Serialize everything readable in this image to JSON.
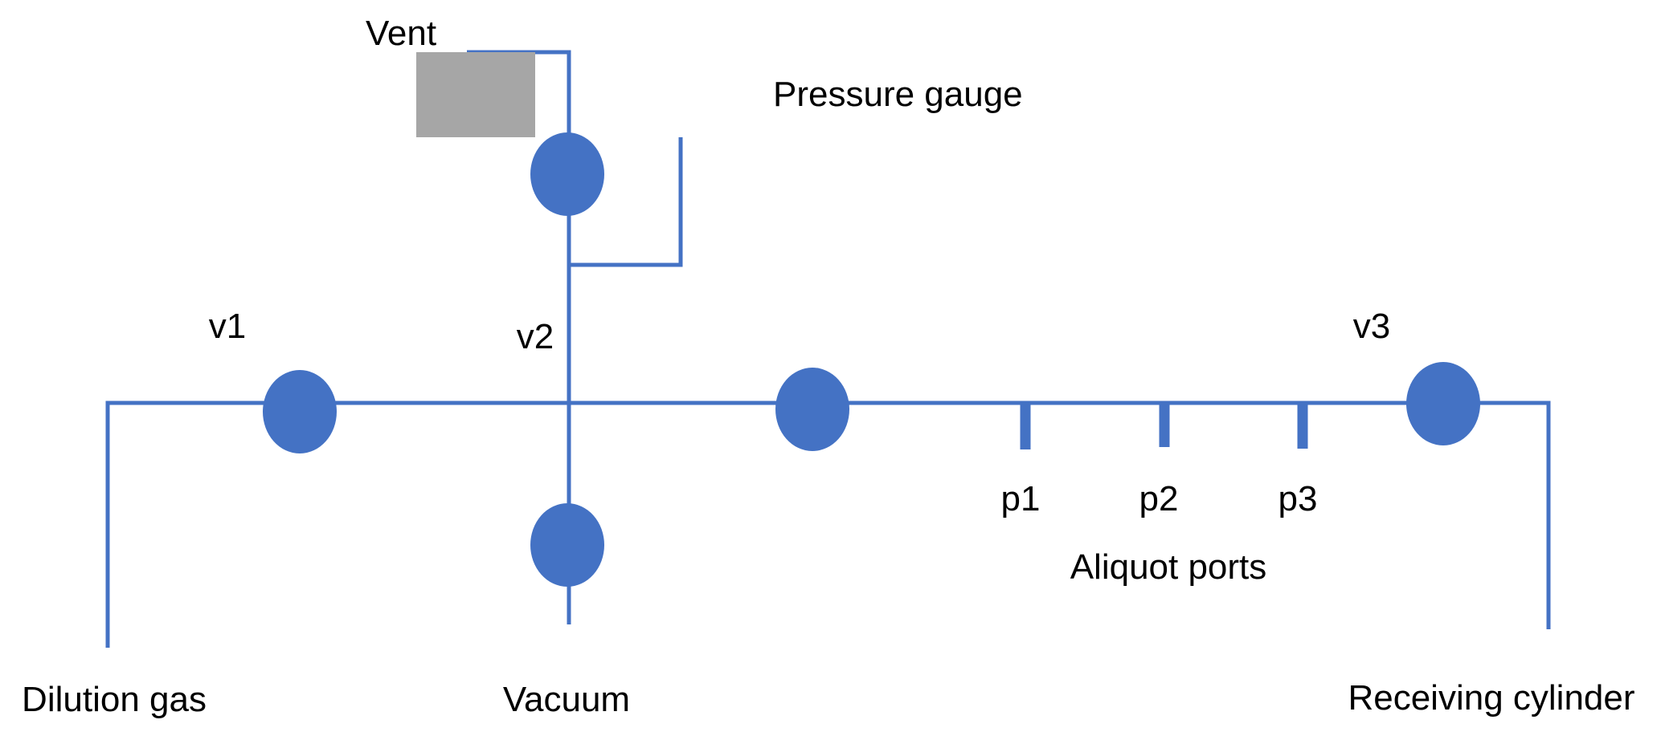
{
  "colors": {
    "pipe": "#4472c4",
    "valve": "#4472c4",
    "gauge": "#a6a6a6",
    "text": "#000000"
  },
  "labels": {
    "vent": "Vent",
    "pressure_gauge": "Pressure gauge",
    "v1": "v1",
    "v2": "v2",
    "v3": "v3",
    "p1": "p1",
    "p2": "p2",
    "p3": "p3",
    "aliquot_ports": "Aliquot ports",
    "dilution_gas": "Dilution gas",
    "vacuum": "Vacuum",
    "receiving_cylinder": "Receiving cylinder"
  }
}
